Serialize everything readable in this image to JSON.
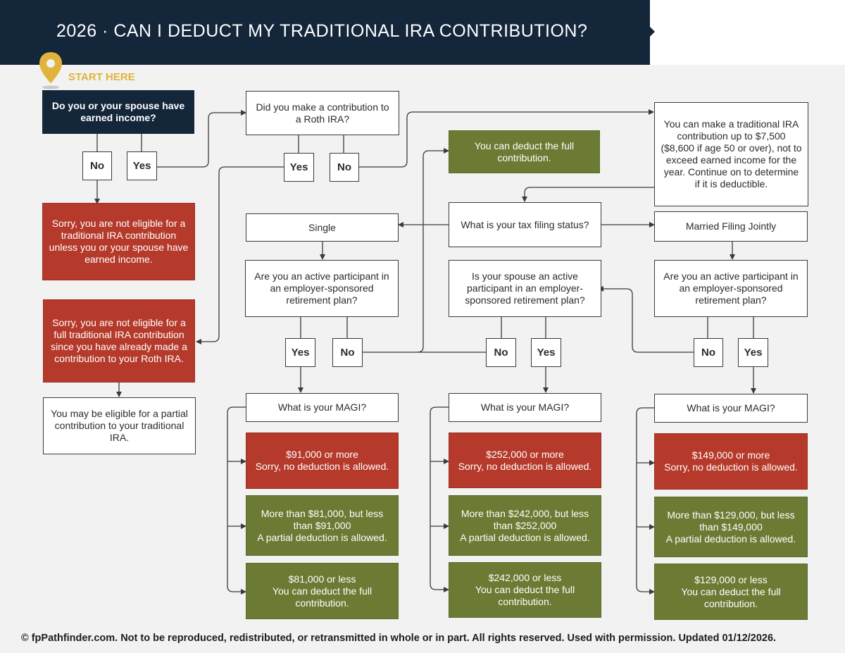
{
  "header": {
    "title": "2026 · CAN I DEDUCT MY TRADITIONAL IRA CONTRIBUTION?"
  },
  "start": {
    "label": "START HERE"
  },
  "q_earned": "Do you or your spouse have earned income?",
  "q_earned_no": "No",
  "q_earned_yes": "Yes",
  "not_eligible_earned": "Sorry, you are not eligible for a traditional IRA contribution unless you or your spouse have earned income.",
  "q_roth": "Did you make a contribution to a Roth IRA?",
  "q_roth_yes": "Yes",
  "q_roth_no": "No",
  "not_eligible_roth": "Sorry, you are not eligible for a full traditional IRA contribution since you have already made a contribution to your Roth IRA.",
  "partial_eligible": "You may be eligible for a partial contribution to your traditional IRA.",
  "contribution_limit": "You can make a traditional IRA contribution up to $7,500 ($8,600 if age 50 or over), not to exceed earned income for the year. Continue on to determine if it is deductible.",
  "full_deduct_top": "You can deduct the full contribution.",
  "q_filing": "What is your tax filing status?",
  "status_single": "Single",
  "status_mfj": "Married Filing Jointly",
  "q_single_active": "Are you an active participant in an employer-sponsored retirement plan?",
  "q_spouse_active": "Is your spouse an active participant in an employer-sponsored retirement plan?",
  "q_mfj_active": "Are you an active participant in an employer-sponsored retirement plan?",
  "single_yes": "Yes",
  "single_no": "No",
  "spouse_no": "No",
  "spouse_yes": "Yes",
  "mfj_no": "No",
  "mfj_yes": "Yes",
  "single_magi": {
    "question": "What is your MAGI?",
    "high": "$91,000 or more\nSorry, no deduction is allowed.",
    "mid": "More than $81,000, but less than $91,000\nA partial deduction is allowed.",
    "low": "$81,000 or less\nYou can deduct the full contribution."
  },
  "spouse_magi": {
    "question": "What is your MAGI?",
    "high": "$252,000 or more\nSorry, no deduction is allowed.",
    "mid": "More than $242,000, but less than $252,000\nA partial deduction is allowed.",
    "low": "$242,000 or less\nYou can deduct the full contribution."
  },
  "mfj_magi": {
    "question": "What is your MAGI?",
    "high": "$149,000 or more\nSorry, no deduction is allowed.",
    "mid": "More than $129,000, but less than $149,000\nA partial deduction is allowed.",
    "low": "$129,000 or less\nYou can deduct the full contribution."
  },
  "colors": {
    "navy": "#14263a",
    "gold": "#e0b33a",
    "red": "#b53a2b",
    "green": "#6b7b34"
  },
  "footer": "© fpPathfinder.com. Not to be reproduced, redistributed, or retransmitted in whole or in part. All rights reserved. Used with permission. Updated 01/12/2026."
}
